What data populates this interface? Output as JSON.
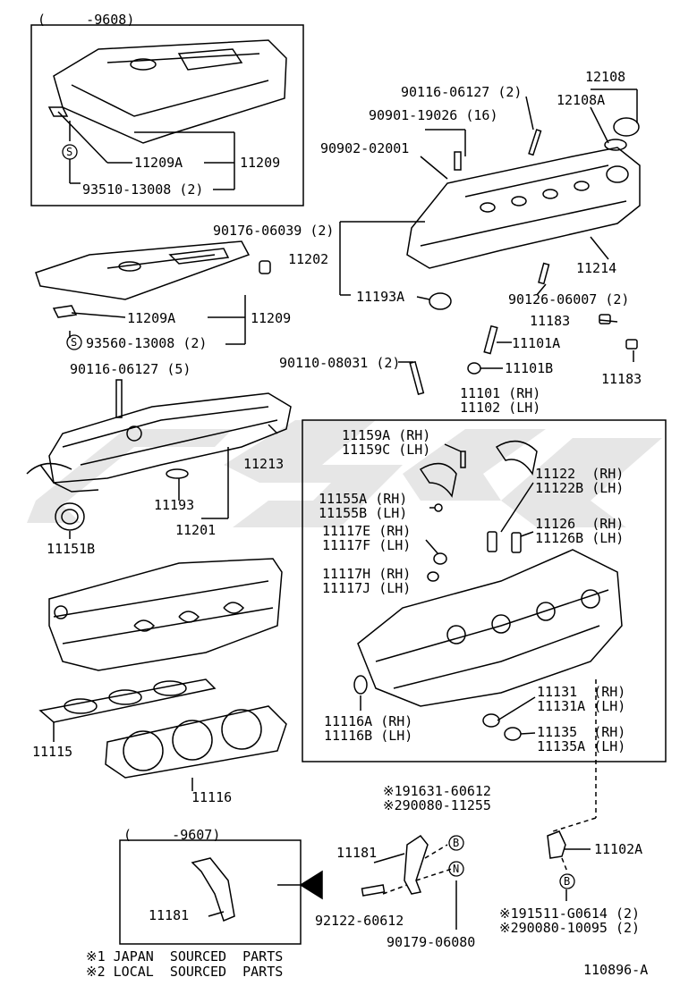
{
  "diagram": {
    "boxes": {
      "top_left_range": "(     -9608)",
      "bottom_left_range": "(     -9607)"
    },
    "labels": {
      "p11209A_top": "11209A",
      "p11209_top": "11209",
      "p93510": "93510-13008 (2)",
      "p90176": "90176-06039 (2)",
      "p11209A_mid": "11209A",
      "p11209_mid": "11209",
      "p93560": "93560-13008 (2)",
      "p90116_5": "90116-06127 (5)",
      "p11213": "11213",
      "p11193": "11193",
      "p11201": "11201",
      "p11151B": "11151B",
      "p11115": "11115",
      "p11116": "11116",
      "p90116_2": "90116-06127 (2)",
      "p90901": "90901-19026 (16)",
      "p90902": "90902-02001",
      "p12108": "12108",
      "p12108A": "12108A",
      "p11202": "11202",
      "p11214": "11214",
      "p11193A": "11193A",
      "p90126": "90126-06007 (2)",
      "p11183a": "11183",
      "p11183b": "11183",
      "p11101A": "11101A",
      "p90110": "90110-08031 (2)",
      "p11101B": "11101B",
      "p11101": "11101 (RH)",
      "p11102": "11102 (LH)",
      "p11159A": "11159A (RH)",
      "p11159C": "11159C (LH)",
      "p11122": "11122  (RH)",
      "p11122B": "11122B (LH)",
      "p11155A": "11155A (RH)",
      "p11155B": "11155B (LH)",
      "p11126": "11126  (RH)",
      "p11126B": "11126B (LH)",
      "p11117E": "11117E (RH)",
      "p11117F": "11117F (LH)",
      "p11117H": "11117H (RH)",
      "p11117J": "11117J (LH)",
      "p11131": "11131  (RH)",
      "p11131A": "11131A (LH)",
      "p11135": "11135  (RH)",
      "p11135A": "11135A (LH)",
      "p11116A": "11116A (RH)",
      "p11116B": "11116B (LH)",
      "p191631": "※191631-60612",
      "p290080_11255": "※290080-11255",
      "p11181_top": "11181",
      "p11102A": "11102A",
      "p11181_box": "11181",
      "p92122": "92122-60612",
      "p90179": "90179-06080",
      "p191511": "※191511-G0614 (2)",
      "p290080_10095": "※290080-10095 (2)",
      "note1": "※1 JAPAN  SOURCED  PARTS",
      "note2": "※2 LOCAL  SOURCED  PARTS",
      "diagram_code": "110896-A"
    },
    "symbols": {
      "s_top": "S",
      "s_mid": "S",
      "b_top": "B",
      "n_mid": "N",
      "b_right": "B"
    }
  }
}
